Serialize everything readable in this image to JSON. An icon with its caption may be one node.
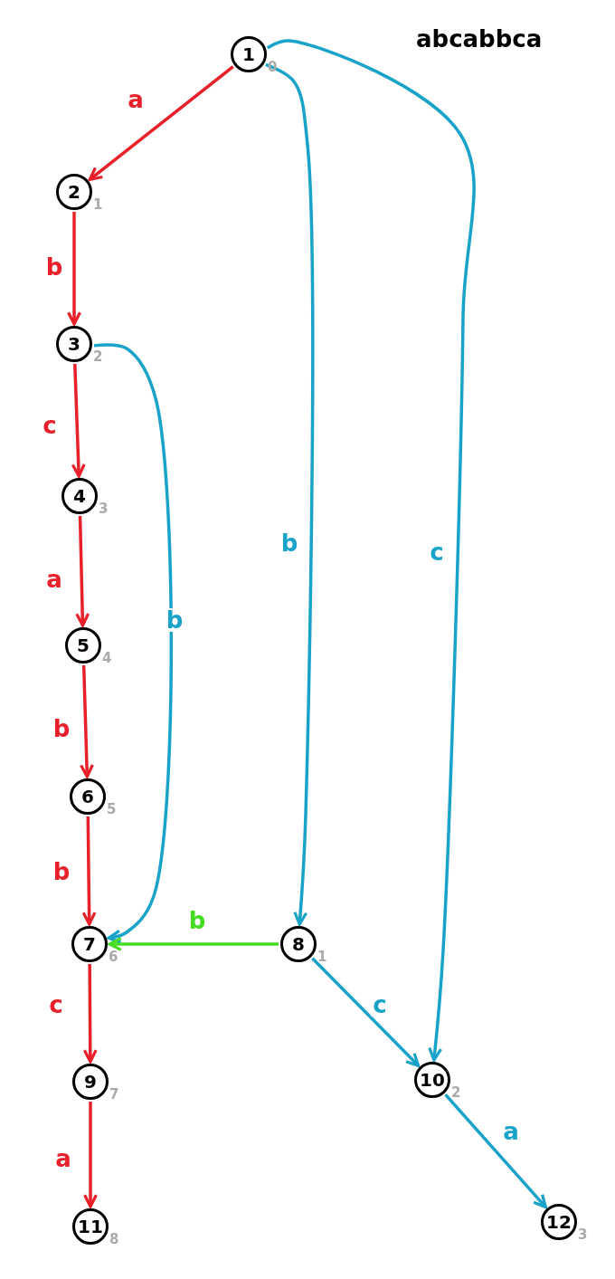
{
  "diagram": {
    "nodes": [
      {
        "text": [
          "1"
        ],
        "beside": [
          "0"
        ]
      },
      {
        "text": [
          "2"
        ],
        "beside": [
          "1"
        ]
      },
      {
        "text": [
          "3"
        ],
        "beside": [
          "2"
        ]
      },
      {
        "text": [
          "4"
        ],
        "beside": [
          "3"
        ]
      },
      {
        "text": [
          "5"
        ],
        "beside": [
          "4"
        ]
      },
      {
        "text": [
          "6"
        ],
        "beside": [
          "5"
        ]
      },
      {
        "text": [
          "7"
        ],
        "beside": [
          "6"
        ]
      },
      {
        "text": [
          "8"
        ],
        "beside": [
          "1"
        ]
      },
      {
        "text": [
          "9"
        ],
        "beside": [
          "7"
        ]
      },
      {
        "text": [
          "10"
        ],
        "beside": [
          "2"
        ]
      },
      {
        "text": [
          "11"
        ],
        "beside": [
          "8"
        ]
      },
      {
        "text": [
          "12"
        ],
        "beside": [
          "3"
        ]
      }
    ],
    "edges": [
      {
        "from": 0,
        "to": 1,
        "arrow": "to",
        "label": "a"
      },
      {
        "from": 1,
        "to": 2,
        "arrow": "to",
        "label": "b"
      },
      {
        "from": 2,
        "to": 3,
        "arrow": "to",
        "label": "c"
      },
      {
        "from": 3,
        "to": 4,
        "arrow": "to",
        "label": "a"
      },
      {
        "from": 4,
        "to": 5,
        "arrow": "to",
        "label": "b"
      },
      {
        "from": 5,
        "to": 6,
        "arrow": "to",
        "label": "b"
      },
      {
        "from": 6,
        "to": 8,
        "arrow": "to",
        "label": "c"
      },
      {
        "from": 8,
        "to": 10,
        "arrow": "to",
        "label": "a"
      },
      {
        "from": 0,
        "to": 7,
        "arrow": "to",
        "label": "b",
        "color": "#1aa3c8"
      },
      {
        "from": 0,
        "to": 9,
        "arrow": "to",
        "label": "c",
        "color": "#1aa3c8"
      },
      {
        "from": 2,
        "to": 6,
        "arrow": "to",
        "label": "b",
        "color": "#1aa3c8"
      },
      {
        "from": 7,
        "to": 6,
        "arrow": "to",
        "label": "b",
        "color": "#44dd22"
      },
      {
        "from": 7,
        "to": 9,
        "arrow": "to",
        "label": "c",
        "color": "#1aa3c8"
      },
      {
        "from": 9,
        "to": 11,
        "arrow": "to",
        "label": "a",
        "color": "#1aa3c8"
      }
    ],
    "labels": [
      "abcabbca"
    ]
  }
}
